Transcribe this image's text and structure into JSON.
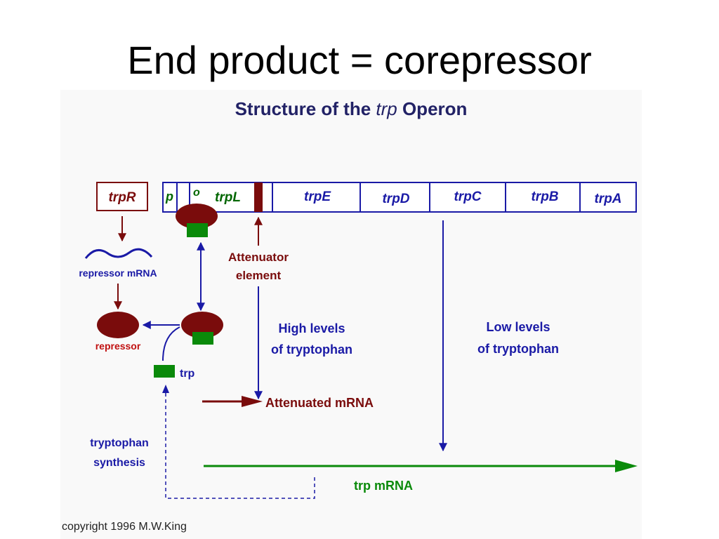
{
  "slide_title": "End product = corepressor",
  "diagram": {
    "title_prefix": "Structure of the ",
    "title_italic": "trp",
    "title_suffix": " Operon",
    "genes": {
      "trpR": "trpR",
      "p": "p",
      "o": "o",
      "trpL": "trpL",
      "trpE": "trpE",
      "trpD": "trpD",
      "trpC": "trpC",
      "trpB": "trpB",
      "trpA": "trpA"
    },
    "labels": {
      "attenuator_line1": "Attenuator",
      "attenuator_line2": "element",
      "repressor_mrna": "repressor mRNA",
      "repressor": "repressor",
      "trp": "trp",
      "high_line1": "High levels",
      "high_line2": "of tryptophan",
      "low_line1": "Low levels",
      "low_line2": "of tryptophan",
      "attenuated_mrna": "Attenuated mRNA",
      "synthesis_line1": "tryptophan",
      "synthesis_line2": "synthesis",
      "trp_mrna": "trp mRNA"
    },
    "colors": {
      "blue": "#1a1aa6",
      "dark_red": "#7a0c0c",
      "repressor_red": "#c01010",
      "green": "#0a8a0a",
      "dark_green": "#006600",
      "title_navy": "#222266"
    }
  },
  "copyright": "copyright 1996 M.W.King"
}
